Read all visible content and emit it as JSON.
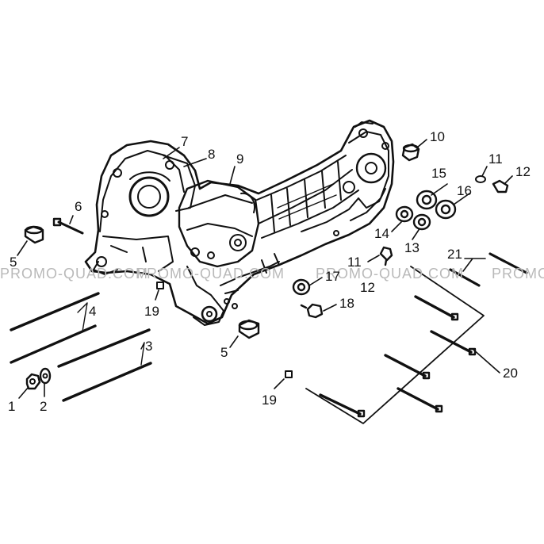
{
  "diagram": {
    "callouts": {
      "c1": "1",
      "c2": "2",
      "c3": "3",
      "c4": "4",
      "c5a": "5",
      "c5b": "5",
      "c6": "6",
      "c7": "7",
      "c8": "8",
      "c9": "9",
      "c10": "10",
      "c11a": "11",
      "c11b": "11",
      "c12a": "12",
      "c12b": "12",
      "c13": "13",
      "c14": "14",
      "c15": "15",
      "c16": "16",
      "c17": "17",
      "c18": "18",
      "c19a": "19",
      "c19b": "19",
      "c20": "20",
      "c21": "21"
    },
    "watermark": {
      "w1": "PROMO-QUAD.COM",
      "w2": "PROMO-QUAD.COM",
      "w3": "PROMO-QUAD.COM",
      "w4": "PROMO"
    },
    "colors": {
      "ink": "#111111",
      "watermark": "#b9b9b9"
    }
  }
}
